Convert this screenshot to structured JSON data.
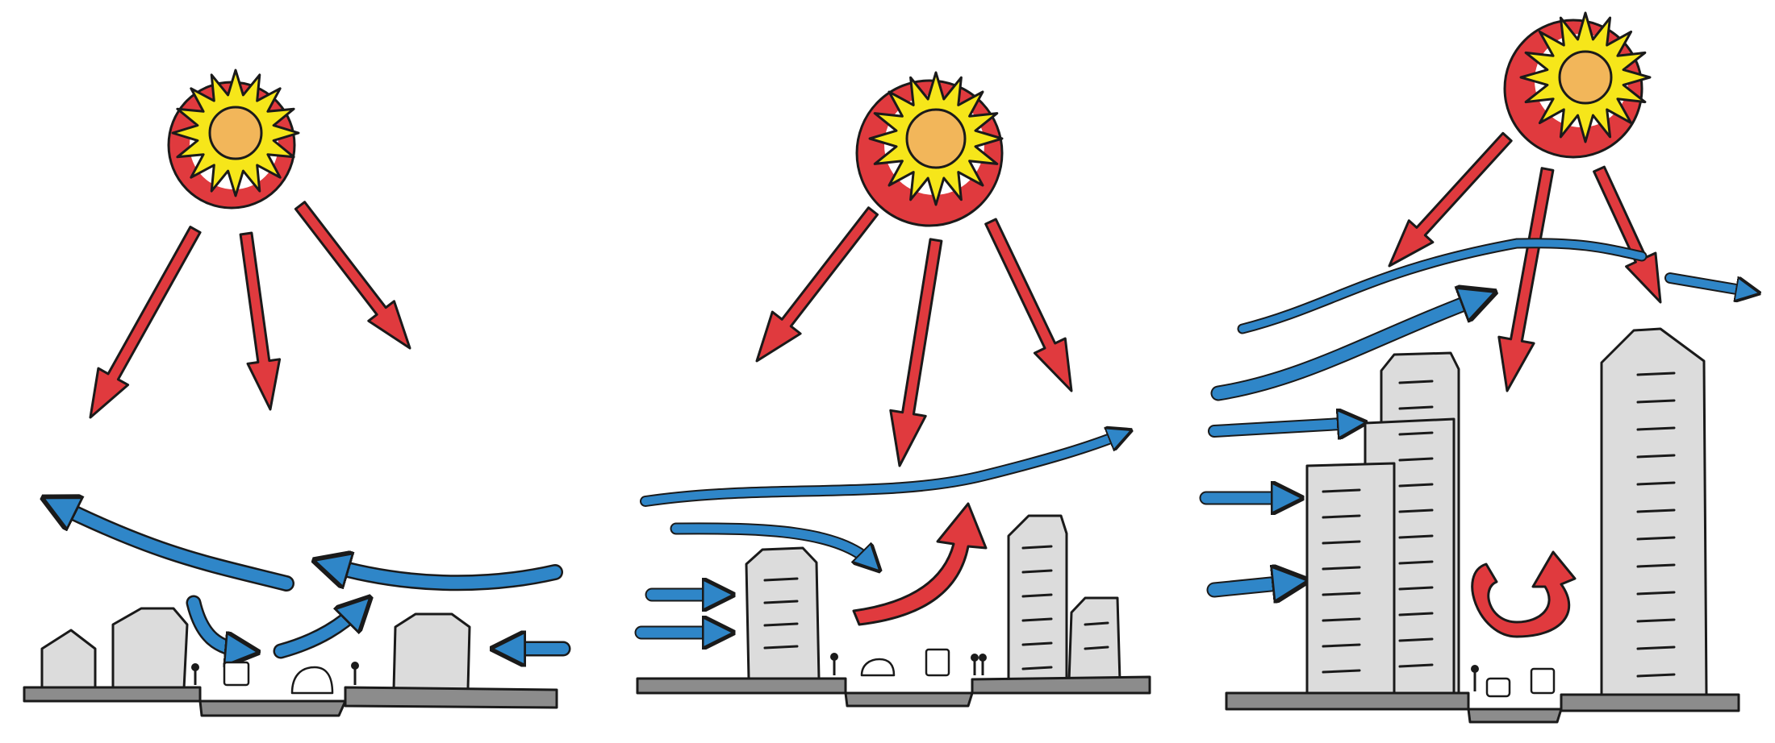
{
  "figure": {
    "colors": {
      "sun_rays": "#f6e61a",
      "sun_core": "#f2b65a",
      "sun_halo": "#e03a3e",
      "heat_arrow": "#e03a3e",
      "wind_arrow": "#2f86c8",
      "building": "#dcdcdc",
      "ground": "#8c8c8c",
      "ink": "#1a1a1a"
    },
    "panels": [
      {
        "id": "panel-low-rise",
        "icons": [
          "sun-icon",
          "heat-arrow-icon",
          "wind-arrow-icon",
          "building-icon",
          "car-icon",
          "pedestrian-icon"
        ]
      },
      {
        "id": "panel-mid-rise",
        "icons": [
          "sun-icon",
          "heat-arrow-icon",
          "wind-arrow-icon",
          "building-icon",
          "car-icon",
          "pedestrian-icon"
        ]
      },
      {
        "id": "panel-high-rise",
        "icons": [
          "sun-icon",
          "heat-arrow-icon",
          "wind-arrow-icon",
          "vortex-arrow-icon",
          "building-icon",
          "car-icon",
          "pedestrian-icon"
        ]
      }
    ]
  }
}
